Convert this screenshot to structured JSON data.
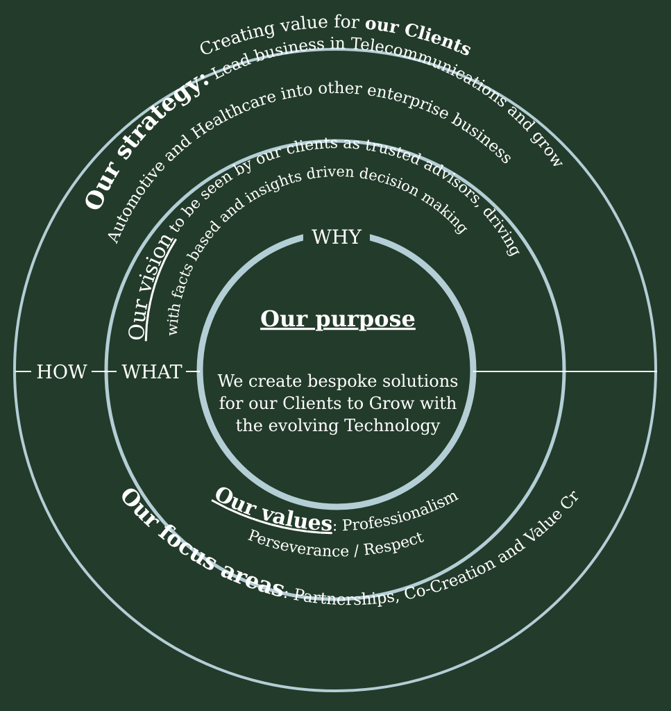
{
  "header": {
    "prefix": "Creating value for ",
    "emphasis": "our Clients"
  },
  "strategy": {
    "heading": "Our strategy:",
    "line1": " Lead business in Telecommunications and grow",
    "line2": "Automotive and Healthcare into other enterprise business"
  },
  "vision": {
    "heading": "Our vision",
    "line1": " to be seen by our clients as trusted advisors, driving",
    "line2": "with facts based and insights driven decision making"
  },
  "labels": {
    "why": "WHY",
    "how": "HOW",
    "what": "WHAT"
  },
  "purpose": {
    "title": "Our purpose",
    "lines": [
      "We create bespoke solutions",
      "for our Clients to Grow with",
      "the evolving Technology"
    ]
  },
  "values": {
    "heading": "Our values",
    "line1": ": Professionalism",
    "line2": "Perseverance / Respect"
  },
  "focus": {
    "heading": "Our focus areas",
    "line1": ": Partnerships, Co-Creation and Value Creation"
  },
  "colors": {
    "background": "#233b2a",
    "ring": "#b4ced6",
    "text": "#ffffff"
  }
}
